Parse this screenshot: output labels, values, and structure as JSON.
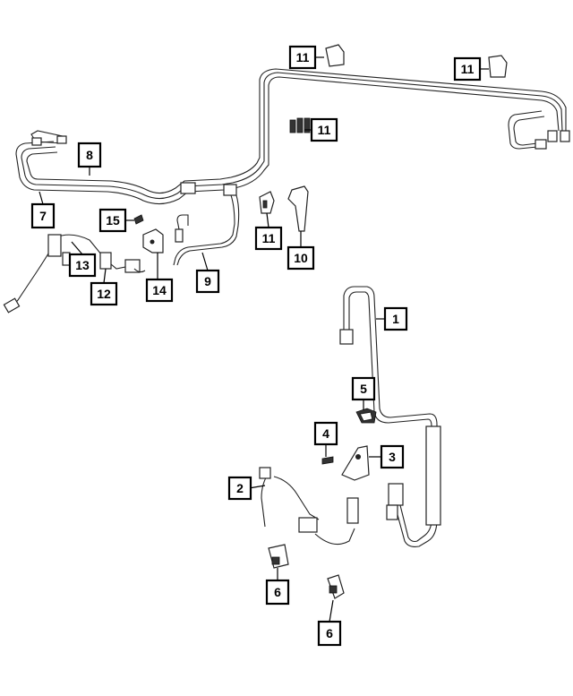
{
  "callouts": {
    "c1": "1",
    "c2": "2",
    "c3": "3",
    "c4": "4",
    "c5": "5",
    "c6a": "6",
    "c6b": "6",
    "c7": "7",
    "c8": "8",
    "c9": "9",
    "c10": "10",
    "c11a": "11",
    "c11b": "11",
    "c11c": "11",
    "c11d": "11",
    "c12": "12",
    "c13": "13",
    "c14": "14",
    "c15": "15"
  }
}
